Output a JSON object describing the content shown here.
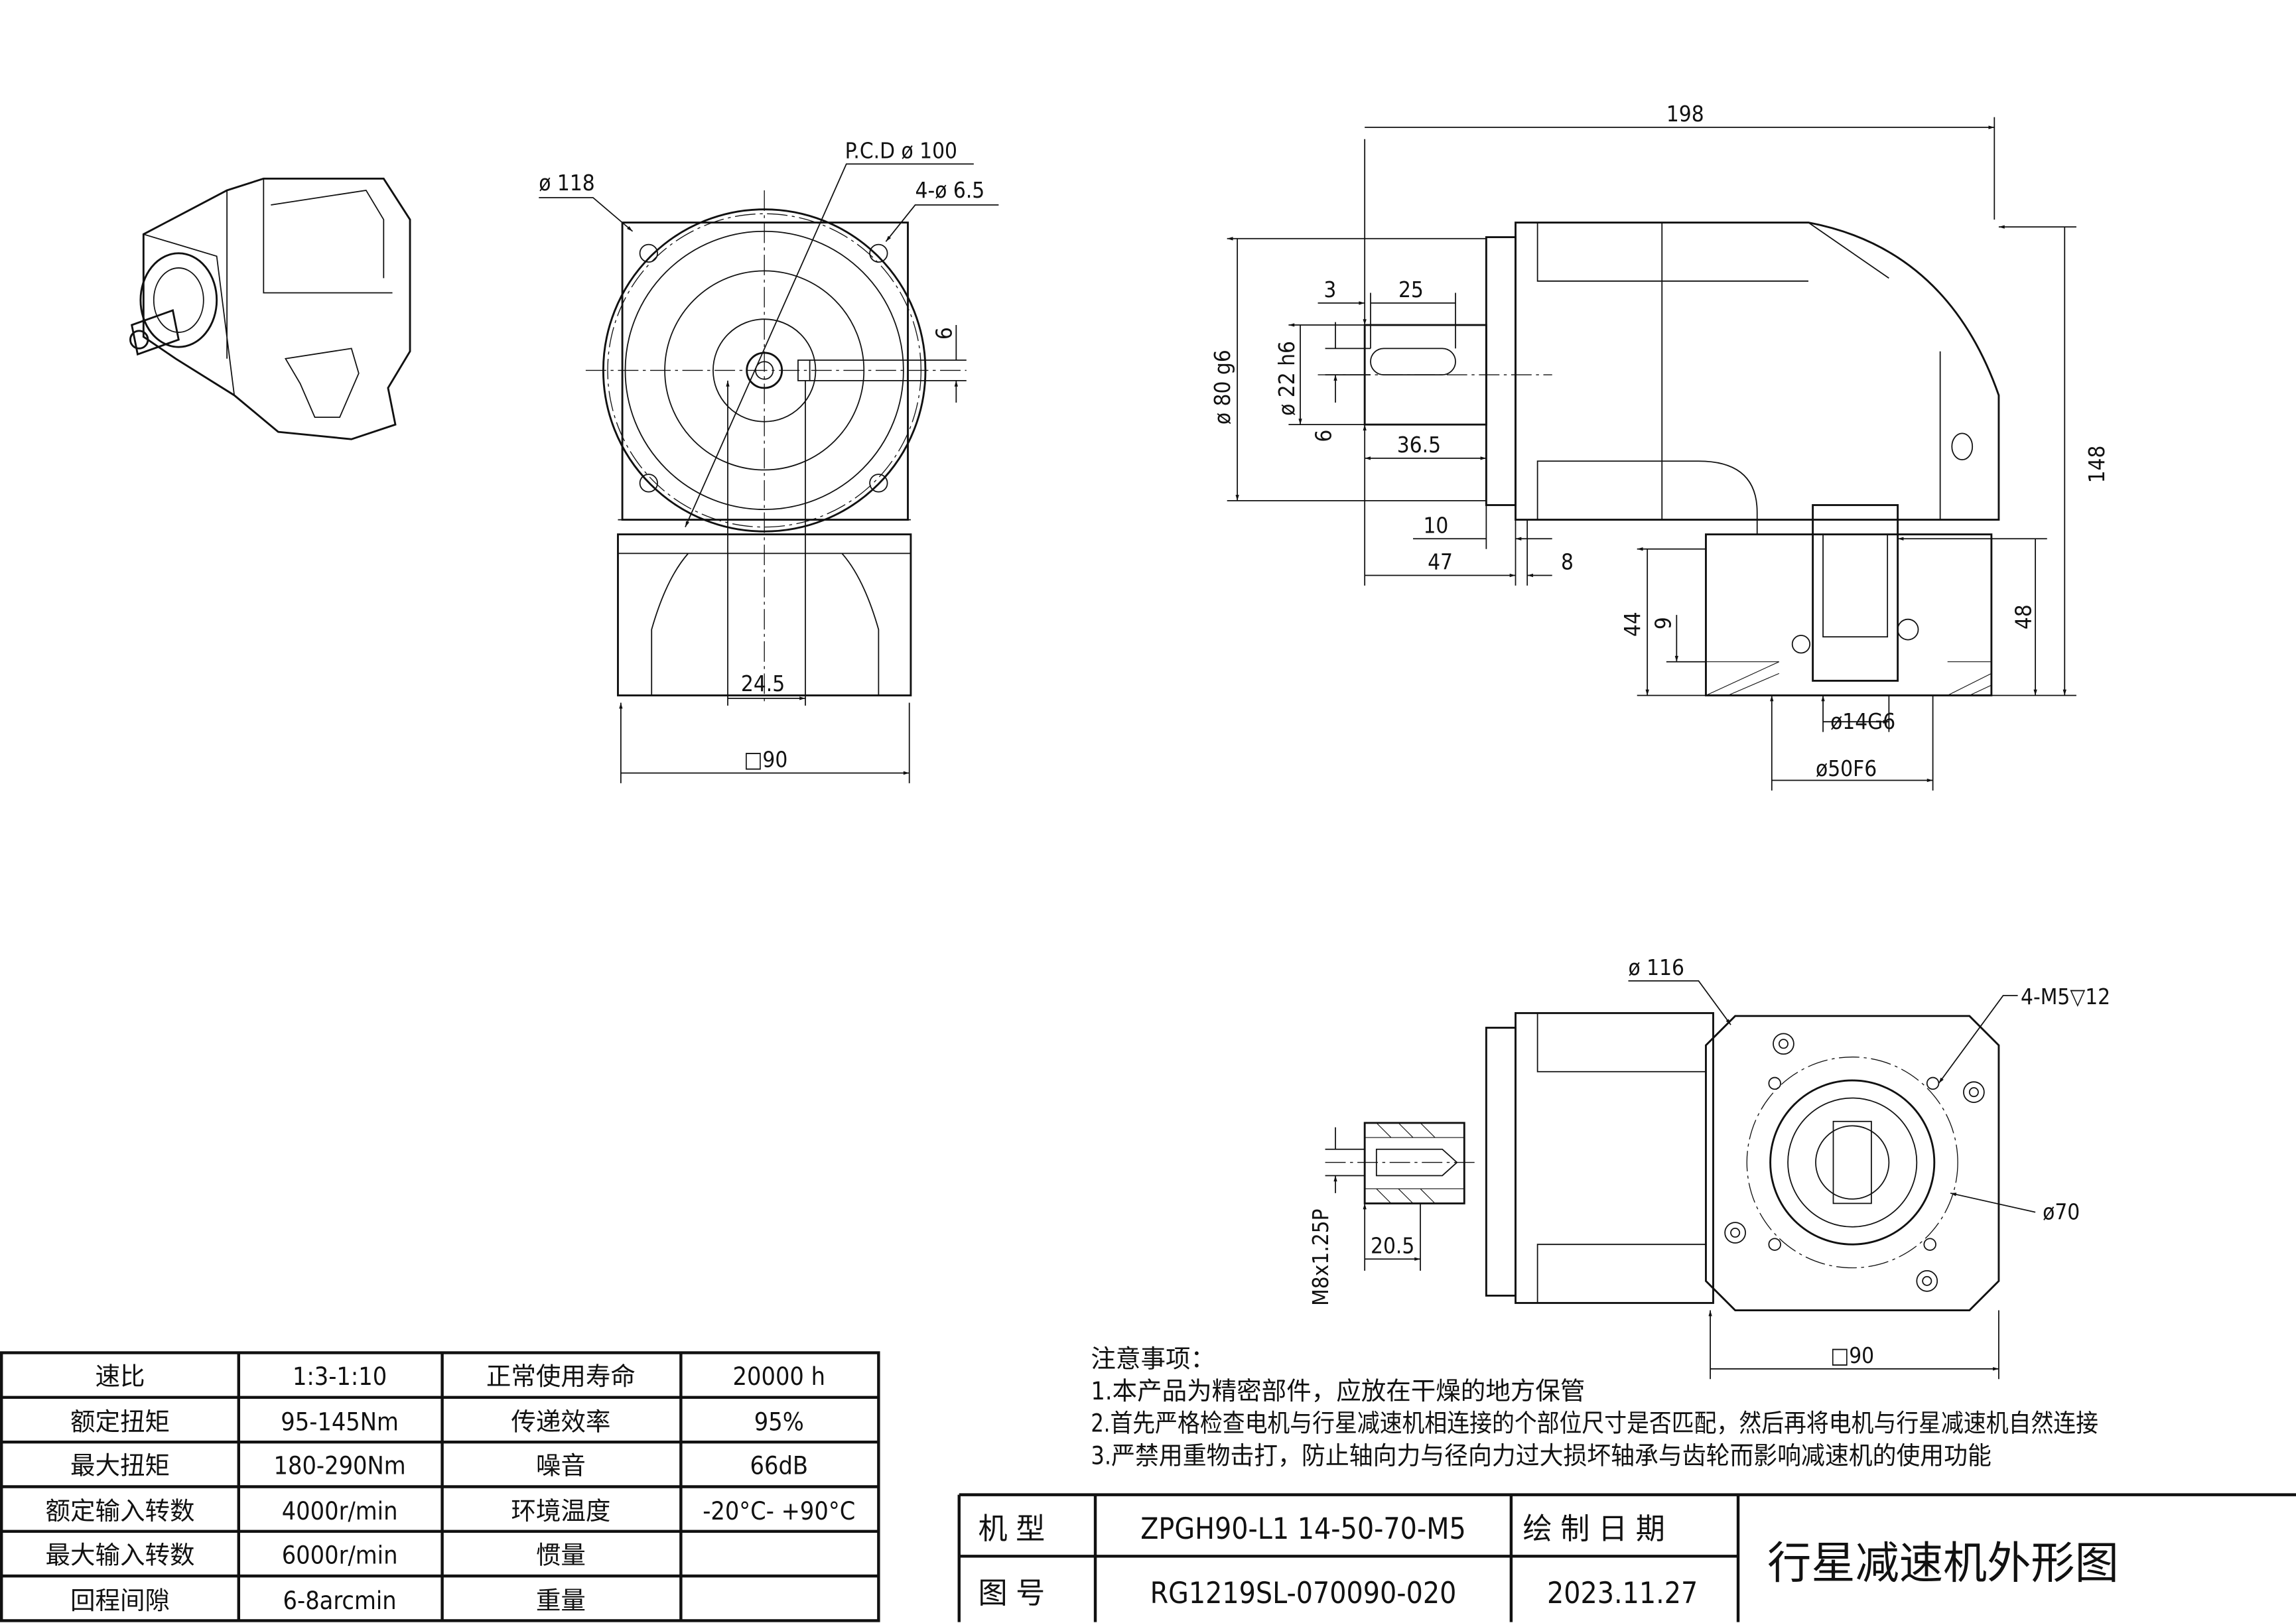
{
  "drawing": {
    "front_view": {
      "flange_diameter": "ø 118",
      "pcd": "P.C.D  ø 100",
      "mount_holes": "4-ø 6.5",
      "key_width": "6",
      "key_offset": "24.5",
      "square_size": "□90"
    },
    "side_view": {
      "overall_length": "198",
      "pilot_diameter": "ø 80 g6",
      "shaft_diameter": "ø 22 h6",
      "key_width": "6",
      "key_start": "3",
      "key_length": "25",
      "shaft_length": "36.5",
      "pilot_depth": "10",
      "shaft_to_flange": "47",
      "flange_thickness": "8",
      "total_height": "148",
      "output_height": "48",
      "base_height": "44",
      "base_step": "9",
      "bore_diameter": "ø14G6",
      "spigot_diameter": "ø50F6"
    },
    "bottom_view": {
      "flange_diameter": "ø 116",
      "tapped_holes": "4-M5▽12",
      "pcd": "ø70",
      "thread": "M8x1.25P",
      "thread_length": "20.5",
      "square_size": "□90"
    }
  },
  "notes": {
    "title": "注意事项：",
    "items": [
      "1.本产品为精密部件，应放在干燥的地方保管",
      "2.首先严格检查电机与行星减速机相连接的个部位尺寸是否匹配，然后再将电机与行星减速机自然连接",
      "3.严禁用重物击打，防止轴向力与径向力过大损坏轴承与齿轮而影响减速机的使用功能"
    ]
  },
  "spec_table": {
    "rows": [
      [
        "速比",
        "1:3-1:10",
        "正常使用寿命",
        "20000  h"
      ],
      [
        "额定扭矩",
        "95-145Nm",
        "传递效率",
        "95%"
      ],
      [
        "最大扭矩",
        "180-290Nm",
        "噪音",
        "66dB"
      ],
      [
        "额定输入转数",
        "4000r/min",
        "环境温度",
        "-20°C-  +90°C"
      ],
      [
        "最大输入转数",
        "6000r/min",
        "惯量",
        ""
      ],
      [
        "回程间隙",
        "6-8arcmin",
        "重量",
        ""
      ]
    ]
  },
  "title_block": {
    "model_label": "机  型",
    "model_value": "ZPGH90-L1 14-50-70-M5",
    "drawing_no_label": "图  号",
    "drawing_no_value": "RG1219SL-070090-020",
    "date_label": "绘 制 日 期",
    "date_value": "2023.11.27",
    "title": "行星减速机外形图"
  }
}
